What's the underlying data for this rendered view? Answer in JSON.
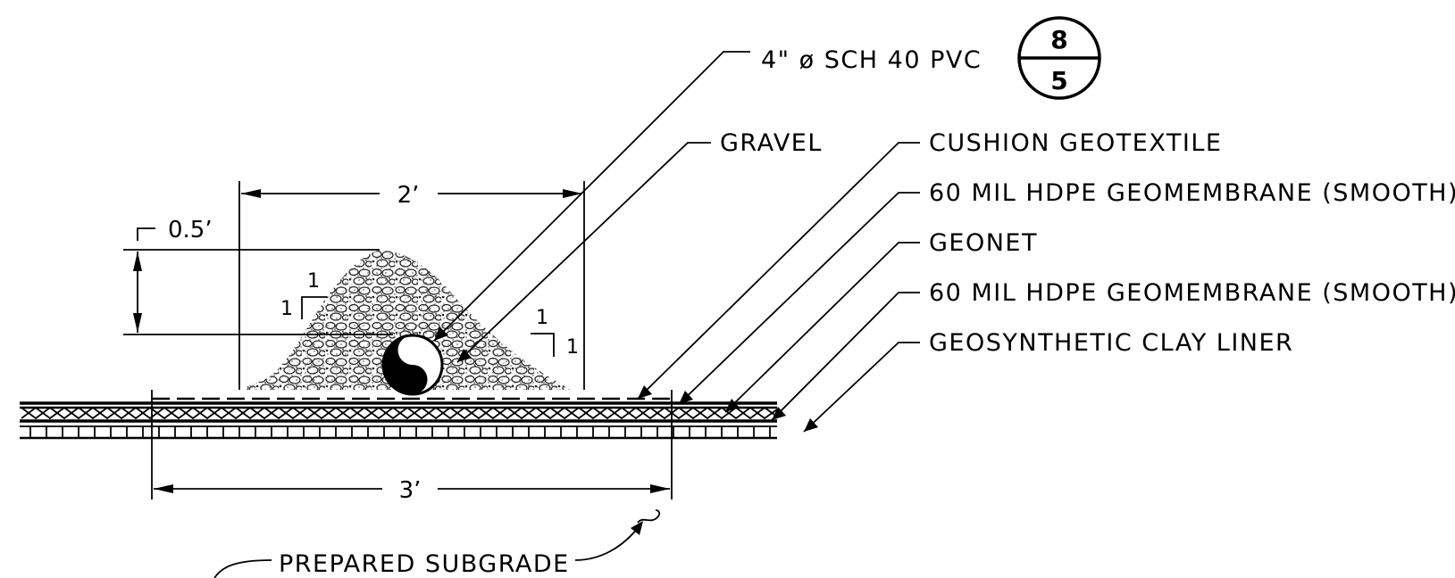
{
  "labels": {
    "pvc": "4\" ø SCH 40 PVC",
    "gravel": "GRAVEL",
    "cushion_geotextile": "CUSHION GEOTEXTILE",
    "geomembrane_upper": "60 MIL HDPE GEOMEMBRANE (SMOOTH)",
    "geonet": "GEONET",
    "geomembrane_lower": "60 MIL HDPE GEOMEMBRANE (SMOOTH)",
    "gcl": "GEOSYNTHETIC CLAY LINER",
    "subgrade": "PREPARED SUBGRADE"
  },
  "detail_callout": {
    "detail": "8",
    "sheet": "5"
  },
  "dimensions": {
    "top_width": "2’",
    "bottom_width": "3’",
    "height": "0.5’"
  },
  "slopes": {
    "left_rise": "1",
    "left_run": "1",
    "right_rise": "1",
    "right_run": "1"
  }
}
